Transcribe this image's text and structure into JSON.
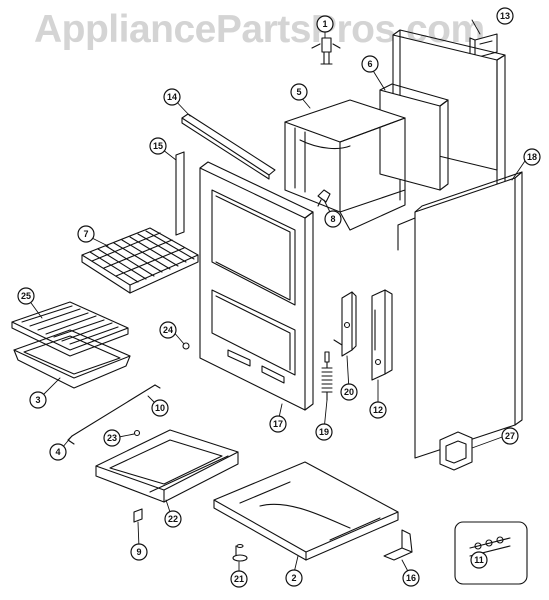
{
  "watermark": "AppliancePartsPros.com",
  "callouts": [
    {
      "id": "c1",
      "label": "1"
    },
    {
      "id": "c2",
      "label": "2"
    },
    {
      "id": "c3",
      "label": "3"
    },
    {
      "id": "c4",
      "label": "4"
    },
    {
      "id": "c5",
      "label": "5"
    },
    {
      "id": "c6",
      "label": "6"
    },
    {
      "id": "c7",
      "label": "7"
    },
    {
      "id": "c8",
      "label": "8"
    },
    {
      "id": "c9",
      "label": "9"
    },
    {
      "id": "c10",
      "label": "10"
    },
    {
      "id": "c11",
      "label": "11"
    },
    {
      "id": "c12",
      "label": "12"
    },
    {
      "id": "c13",
      "label": "13"
    },
    {
      "id": "c14",
      "label": "14"
    },
    {
      "id": "c15",
      "label": "15"
    },
    {
      "id": "c16",
      "label": "16"
    },
    {
      "id": "c17",
      "label": "17"
    },
    {
      "id": "c18",
      "label": "18"
    },
    {
      "id": "c19",
      "label": "19"
    },
    {
      "id": "c20",
      "label": "20"
    },
    {
      "id": "c21",
      "label": "21"
    },
    {
      "id": "c22",
      "label": "22"
    },
    {
      "id": "c23",
      "label": "23"
    },
    {
      "id": "c24",
      "label": "24"
    },
    {
      "id": "c25",
      "label": "25"
    },
    {
      "id": "c27",
      "label": "27"
    }
  ],
  "colors": {
    "line": "#111111",
    "watermark": "#d4d4d4",
    "fill": "#ffffff"
  }
}
